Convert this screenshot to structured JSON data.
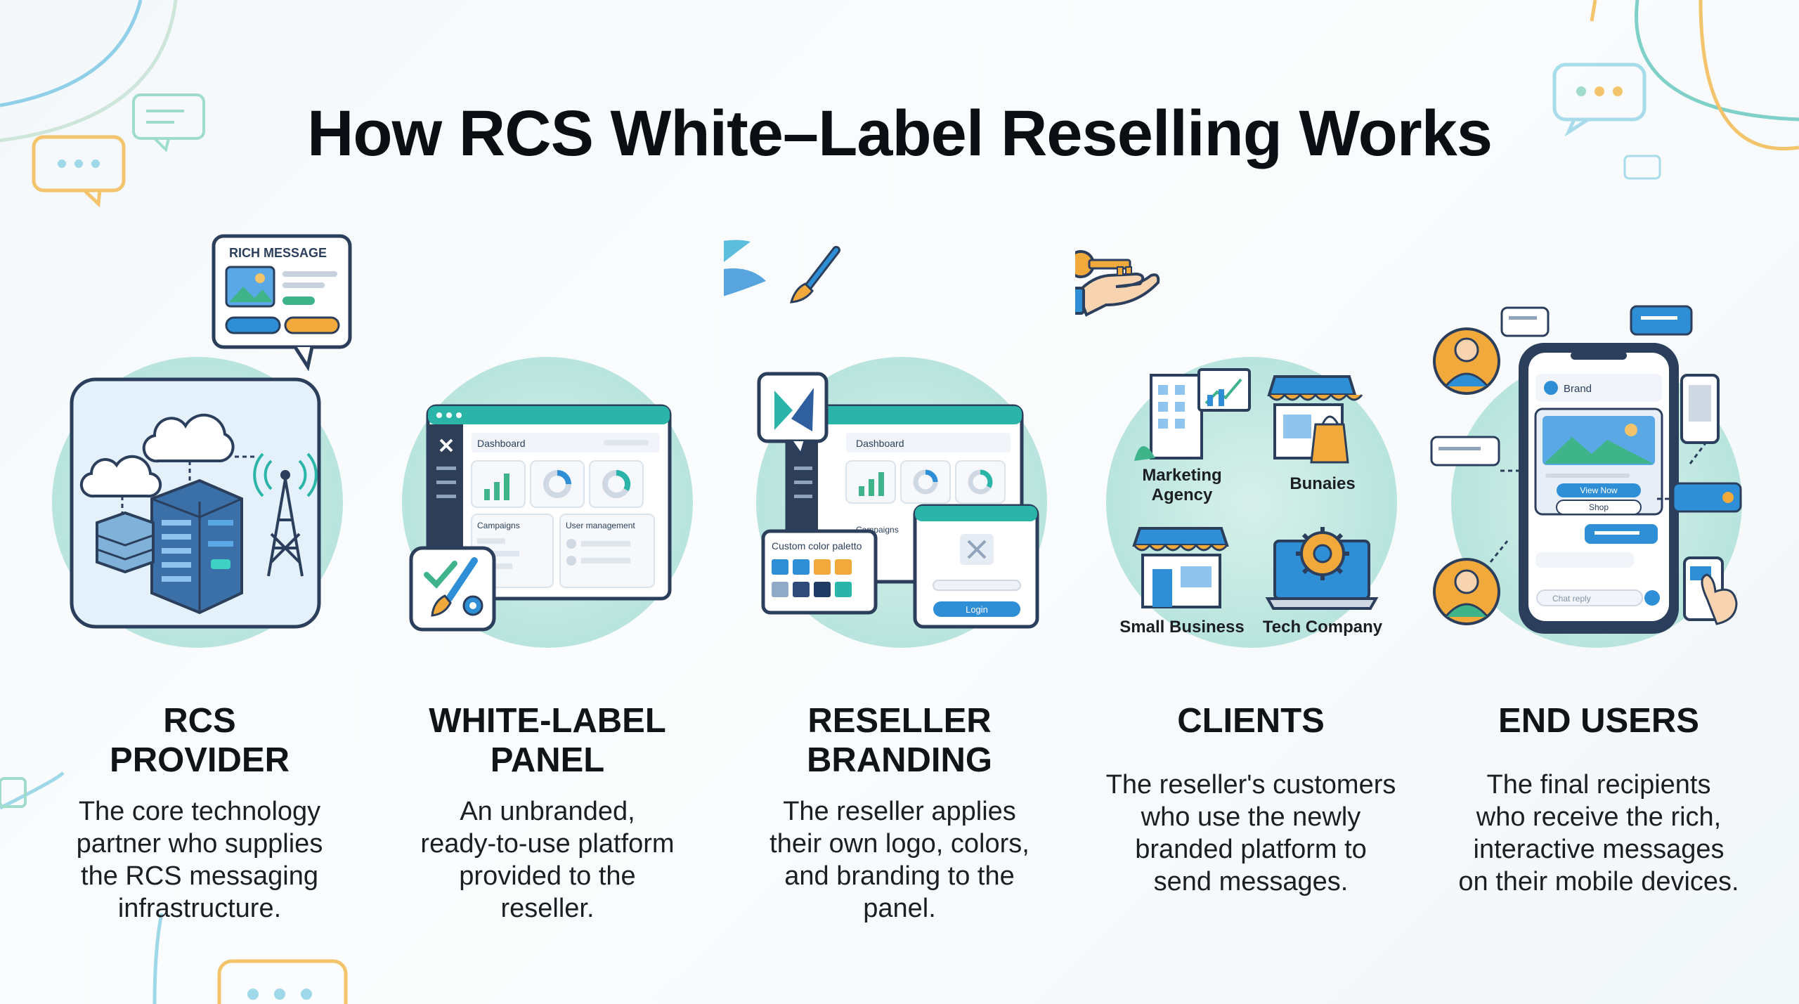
{
  "title": "How RCS White–Label Reselling Works",
  "colors": {
    "navy": "#2b3f5c",
    "teal": "#2bb5a8",
    "blue": "#2f8fd6",
    "orange": "#f2a93b",
    "halo": "#bfe7e0"
  },
  "steps": [
    {
      "heading_lines": [
        "RCS",
        "PROVIDER"
      ],
      "desc_lines": [
        "The core technology",
        "partner who supplies",
        "the RCS messaging",
        "infrastructure."
      ],
      "badge": "RICH MESSAGE",
      "icons": [
        "rich-message-bubble-icon",
        "cloud-icon",
        "server-rack-icon",
        "cell-tower-icon",
        "database-icon"
      ]
    },
    {
      "heading_lines": [
        "WHITE-LABEL",
        "PANEL"
      ],
      "desc_lines": [
        "An unbranded,",
        "ready-to-use platform",
        "provided to the",
        "reseller."
      ],
      "mock": {
        "dashboard": "Dashboard",
        "campaigns": "Campaigns",
        "user_mgmt": "User management"
      },
      "icons": [
        "paintbrush-gear-icon",
        "dashboard-window-icon"
      ]
    },
    {
      "heading_lines": [
        "RESELLER",
        "BRANDING"
      ],
      "desc_lines": [
        "The reseller applies",
        "their own logo, colors,",
        "and branding to the",
        "panel."
      ],
      "mock": {
        "dashboard": "Dashboard",
        "campaigns": "Campaigns",
        "palette": "Custom color paletto",
        "login": "Login"
      },
      "icons": [
        "paintbrush-icon",
        "logo-badge-icon",
        "color-palette-icon",
        "login-window-icon"
      ]
    },
    {
      "heading_lines": [
        "CLIENTS"
      ],
      "desc_lines": [
        "The reseller's customers",
        "who use the newly",
        "branded platform to",
        "send messages."
      ],
      "clients": [
        "Marketing Agency",
        "Bunaies",
        "Small Business",
        "Tech Company"
      ],
      "icons": [
        "key-in-hand-icon",
        "office-building-icon",
        "storefront-bag-icon",
        "small-shop-icon",
        "laptop-gear-icon"
      ]
    },
    {
      "heading_lines": [
        "END USERS"
      ],
      "desc_lines": [
        "The final recipients",
        "who receive the rich,",
        "interactive messages",
        "on their mobile devices."
      ],
      "phone": {
        "brand": "Brand",
        "view_now": "View Now",
        "shop": "Shop",
        "chat_reply": "Chat reply"
      },
      "icons": [
        "smartphone-icon",
        "user-avatar-icon",
        "chat-bubble-icon",
        "hand-phone-icon"
      ]
    }
  ]
}
